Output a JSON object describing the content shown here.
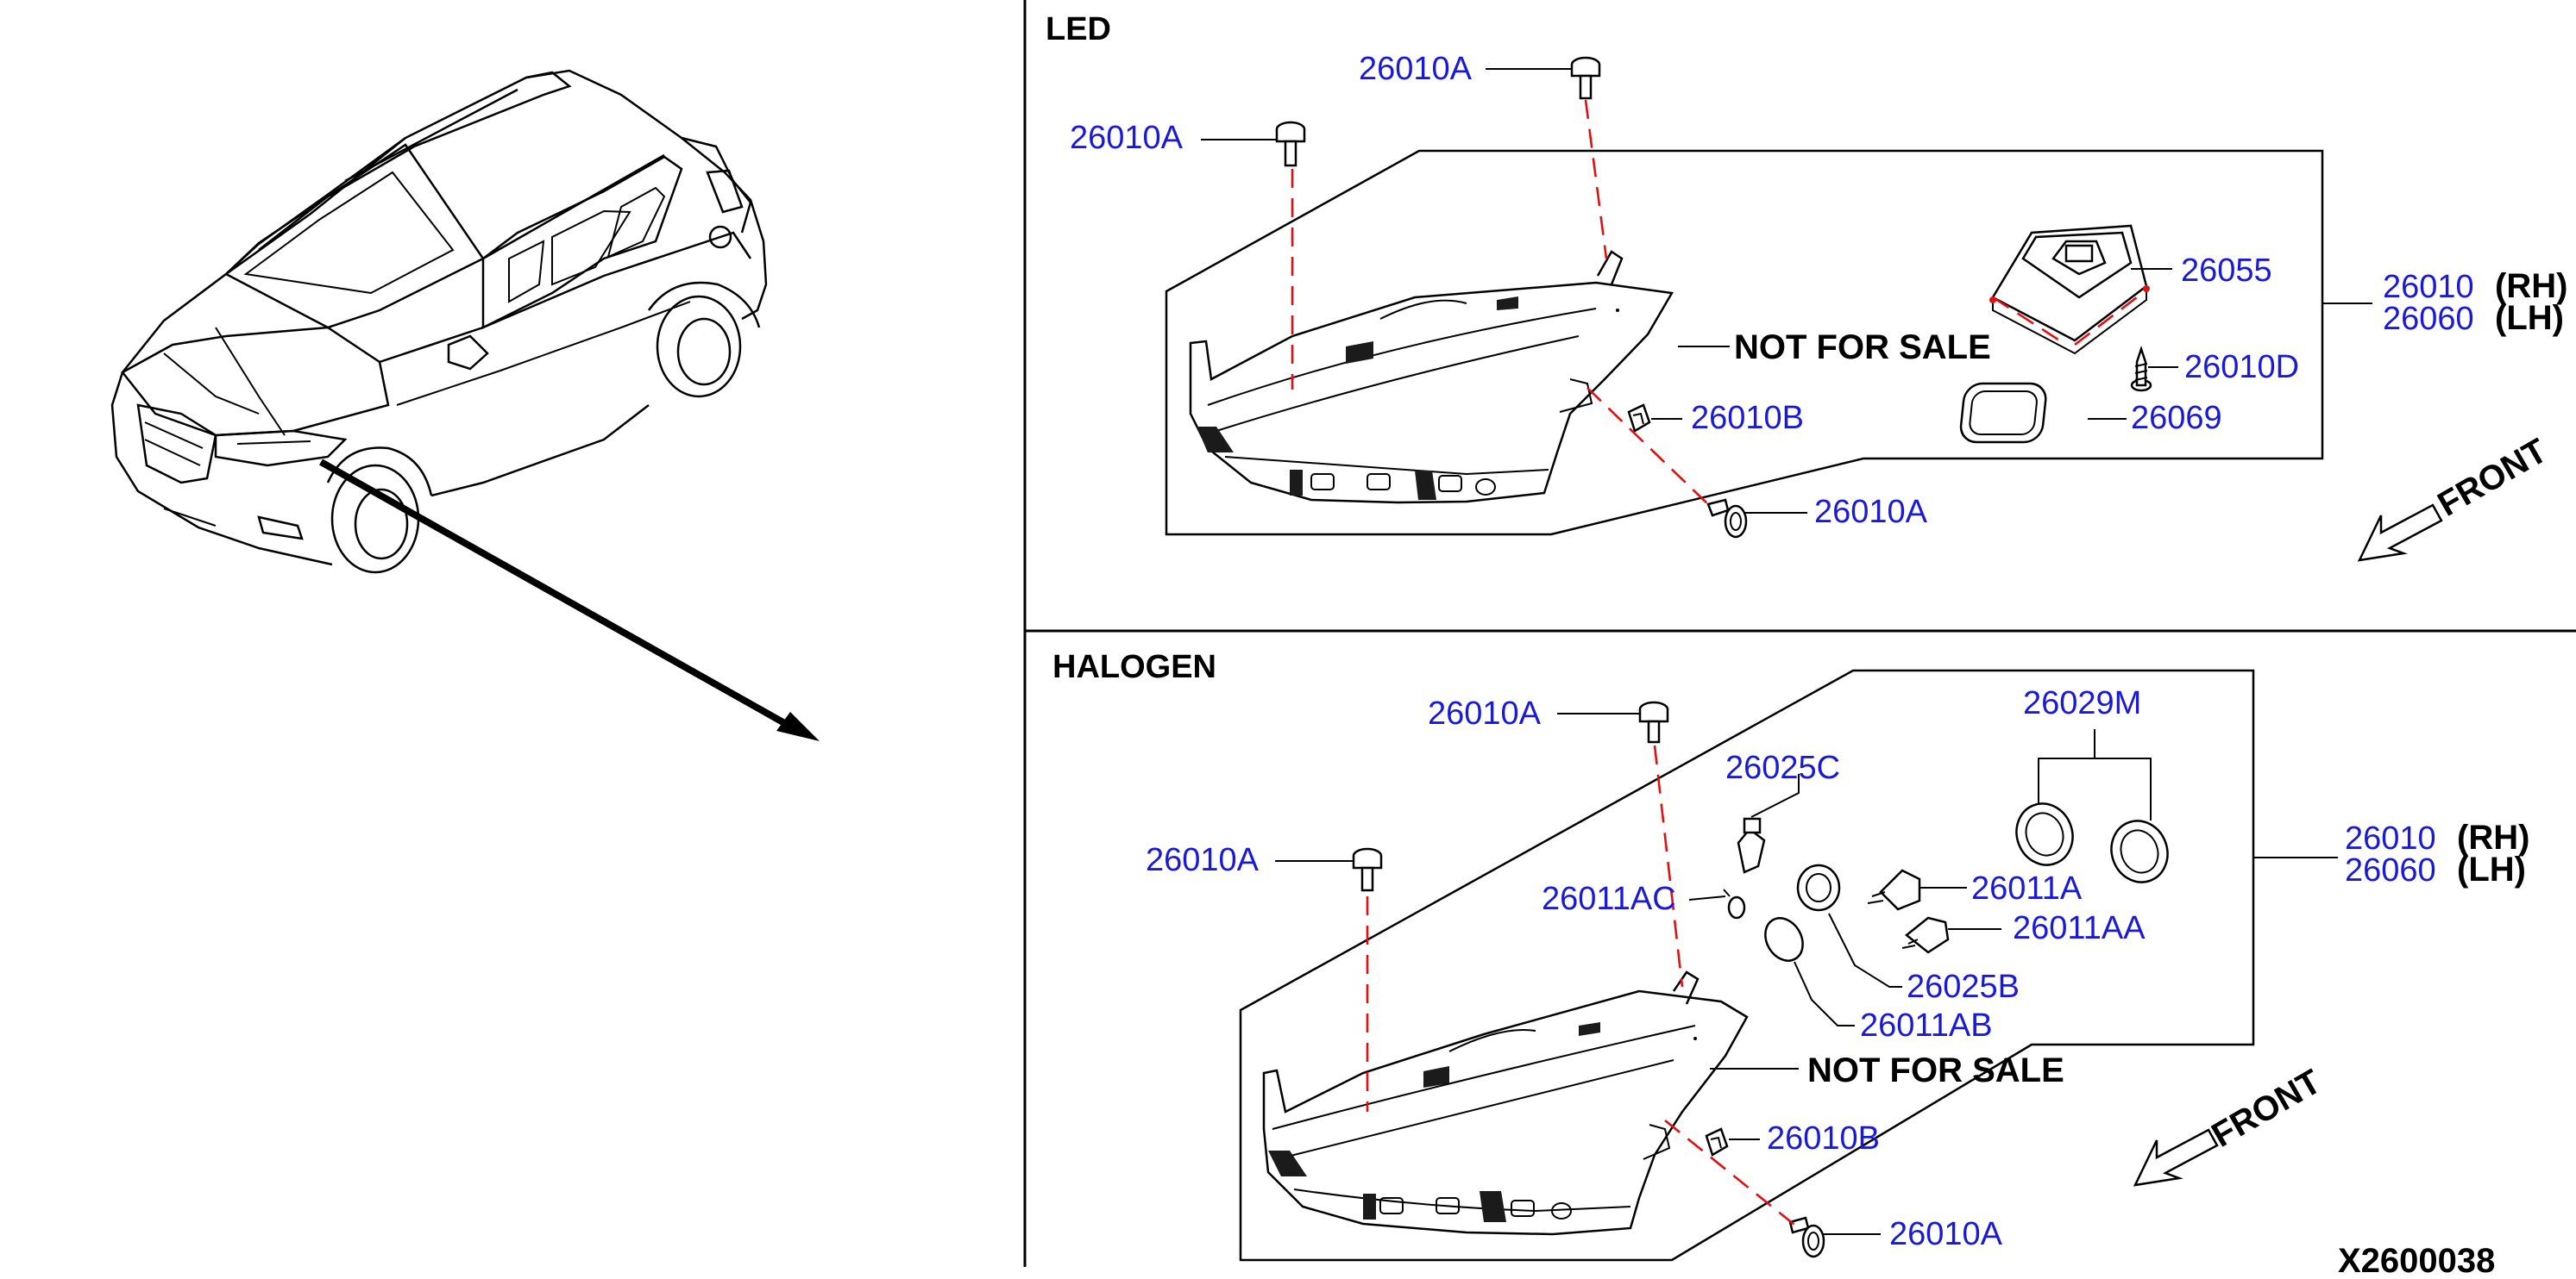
{
  "led": {
    "heading": "LED",
    "callouts": {
      "bolt_top": "26010A",
      "bolt_left": "26010A",
      "bolt_lower": "26010A",
      "ballast": "26055",
      "screw": "26010D",
      "gasket": "26069",
      "clip": "26010B",
      "not_for_sale": "NOT FOR SALE"
    },
    "assembly": {
      "rh_num": "26010",
      "rh_side": "(RH)",
      "lh_num": "26060",
      "lh_side": "(LH)"
    },
    "front": "FRONT"
  },
  "halogen": {
    "heading": "HALOGEN",
    "callouts": {
      "bolt_top": "26010A",
      "bolt_left": "26010A",
      "bolt_lower": "26010A",
      "cap": "26029M",
      "socket_c": "26025C",
      "bulb_ac": "26011AC",
      "bulb_a": "26011A",
      "bulb_aa": "26011AA",
      "socket_b": "26025B",
      "bulb_ab": "26011AB",
      "clip": "26010B",
      "not_for_sale": "NOT FOR SALE"
    },
    "assembly": {
      "rh_num": "26010",
      "rh_side": "(RH)",
      "lh_num": "26060",
      "lh_side": "(LH)"
    },
    "front": "FRONT"
  },
  "diagram_code": "X2600038",
  "colors": {
    "callout": "#1a1ad6",
    "guide": "#e01010",
    "ink": "#000000"
  }
}
